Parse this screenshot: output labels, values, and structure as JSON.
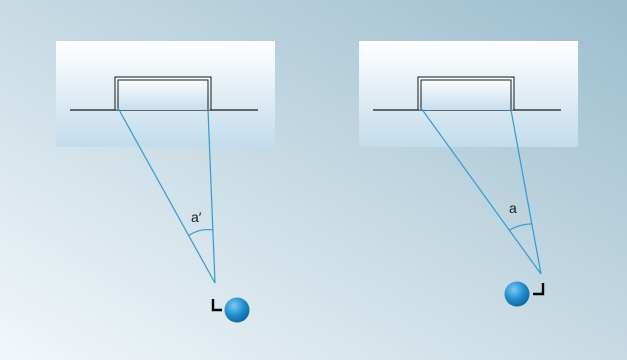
{
  "panels": [
    {
      "id": "left",
      "angle_label": "a′",
      "player_side": "left"
    },
    {
      "id": "right",
      "angle_label": "a",
      "player_side": "right"
    }
  ],
  "colors": {
    "background_light": "#eef4f8",
    "background_dark": "#9bbccd",
    "goal_box_top": "#ffffff",
    "goal_box_bottom": "#c4ddea",
    "sight_lines": "#2f9bd6",
    "goal_line": "#1a1a1a",
    "player": "#1f88c8",
    "player_highlight": "#6fc2f0"
  }
}
